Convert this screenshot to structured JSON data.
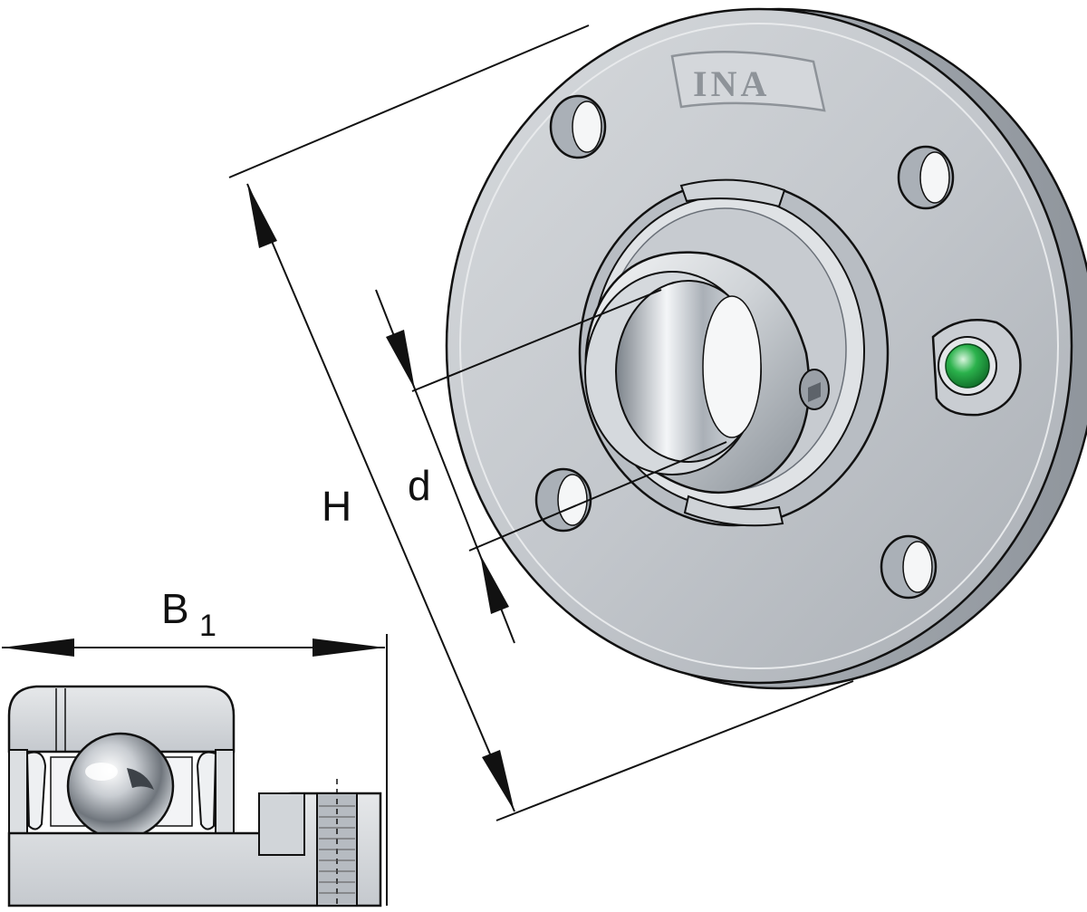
{
  "brand": {
    "logo_text": "INA"
  },
  "dimensions": {
    "height_label": "H",
    "bore_label": "d",
    "width_label": "B",
    "width_subscript": "1"
  },
  "colors": {
    "housing": "#c4c8cd",
    "housing_dark": "#9ba1a8",
    "steel_light": "#f2f4f6",
    "steel_dark": "#7d848c",
    "lubrication_nipple": "#2bb24c",
    "line": "#111111"
  }
}
